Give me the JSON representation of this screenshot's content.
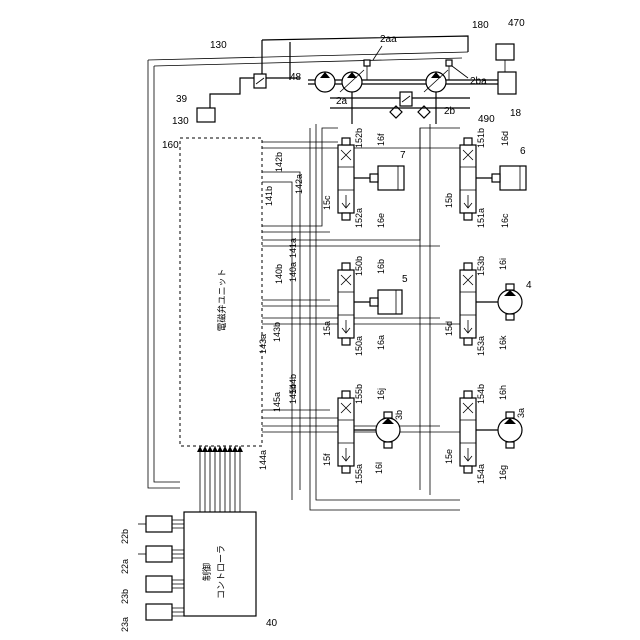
{
  "unit_label": "電磁弁ユニット",
  "controller_label_1": "制御",
  "controller_label_2": "コントローラ",
  "refs": {
    "r180": "180",
    "r470": "470",
    "r130a": "130",
    "r130b": "130",
    "r2aa": "2aa",
    "r2ba": "2ba",
    "r48": "48",
    "r39": "39",
    "r2a": "2a",
    "r2b": "2b",
    "r490": "490",
    "r18": "18",
    "r160": "160",
    "r142b": "142b",
    "r142a": "142a",
    "r141b": "141b",
    "r141a": "141a",
    "r140a": "140a",
    "r140b": "140b",
    "r143a": "143a",
    "r143b": "143b",
    "r145a": "145a",
    "r145b": "145b",
    "r144a": "144a",
    "r144b": "144b",
    "r152b": "152b",
    "r16f": "16f",
    "r7": "7",
    "r15c": "15c",
    "r152a": "152a",
    "r16e": "16e",
    "r151b": "151b",
    "r16d": "16d",
    "r6": "6",
    "r15b": "15b",
    "r151a": "151a",
    "r16c": "16c",
    "r150b": "150b",
    "r16b": "16b",
    "r5": "5",
    "r15a": "15a",
    "r150a": "150a",
    "r16a": "16a",
    "r153b": "153b",
    "r16i": "16i",
    "r4": "4",
    "r15d": "15d",
    "r153a": "153a",
    "r16k": "16k",
    "r155b": "155b",
    "r16j": "16j",
    "r3b": "3b",
    "r15f": "15f",
    "r155a": "155a",
    "r16l": "16l",
    "r154b": "154b",
    "r16h": "16h",
    "r3a": "3a",
    "r15e": "15e",
    "r154a": "154a",
    "r16g": "16g",
    "r22b": "22b",
    "r22a": "22a",
    "r23b": "23b",
    "r23a": "23a",
    "r40": "40"
  }
}
